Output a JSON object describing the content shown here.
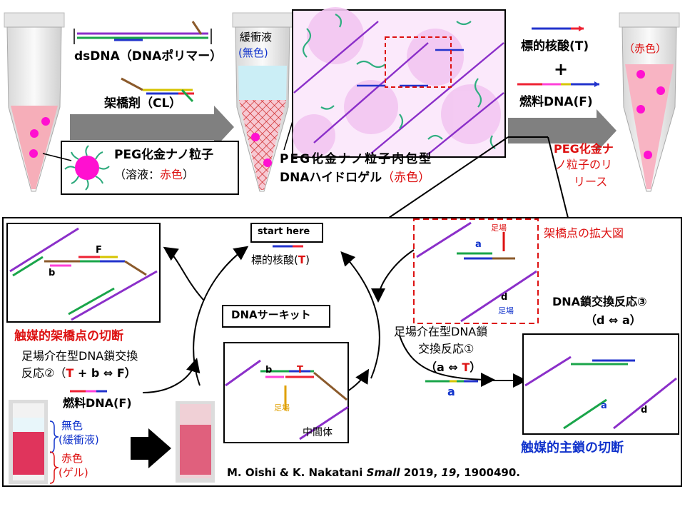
{
  "top": {
    "dsdna_label": "dsDNA（DNAポリマー）",
    "crosslinker_label": "架橋剤（CL）",
    "peg_aunp_label": "PEG化金ナノ粒子",
    "solution_prefix": "（溶液：",
    "solution_color": "赤色",
    "solution_suffix": "）",
    "buffer_label": "緩衝液",
    "buffer_color_label": "(無色)",
    "hydrogel_line1": "PEG化金ナノ粒子内包型",
    "hydrogel_line2_prefix": "DNAハイドロゲル",
    "hydrogel_line2_red": "（赤色）",
    "target_label": "標的核酸(T)",
    "plus": "+",
    "fuel_label": "燃料DNA(F)",
    "red_paren": "（赤色）",
    "release_line1": "PEG化金ナ",
    "release_line2": "ノ粒子のリ",
    "release_line3": "リース"
  },
  "circuit": {
    "start_here": "start here",
    "target_prefix": "標的核酸(",
    "target_T": "T",
    "target_suffix": ")",
    "dna_circuit": "DNAサーキット",
    "intermediate": "中間体",
    "reaction1_line1": "足場介在型DNA鎖",
    "reaction1_line2": "交換反応①",
    "reaction1_line3_a": "（a ⇔ ",
    "reaction1_line3_T": "T",
    "reaction1_line3_end": "）",
    "strand_a": "a",
    "crosslink_zoom": "架橋点の拡大図",
    "toehold": "足場",
    "reaction3_line1": "DNA鎖交換反応③",
    "reaction3_line2": "（d ⇔ a）",
    "catalytic_main": "触媒的主鎖の切断",
    "catalytic_cross": "触媒的架橋点の切断",
    "reaction2_line1": "足場介在型DNA鎖交換",
    "reaction2_line2_a": "反応②（",
    "reaction2_line2_T": "T",
    "reaction2_line2_b": " + b ⇔ F）",
    "fuel_dna": "燃料DNA(F)",
    "colorless": "無色",
    "buffer": "(緩衝液)",
    "red_color": "赤色",
    "gel": "(ゲル)",
    "label_b": "b",
    "label_F": "F",
    "label_T": "T",
    "label_d": "d",
    "label_a": "a",
    "citation_authors": "M. Oishi & K. Nakatani ",
    "citation_journal": "Small",
    "citation_year": " 2019, ",
    "citation_vol": "19",
    "citation_pages": ", 1900490."
  },
  "colors": {
    "red": "#d11111",
    "blue": "#1133cc",
    "pink_gel": "#f5b8c8",
    "magenta": "#ff10d0",
    "arrow_gray": "#808080"
  }
}
